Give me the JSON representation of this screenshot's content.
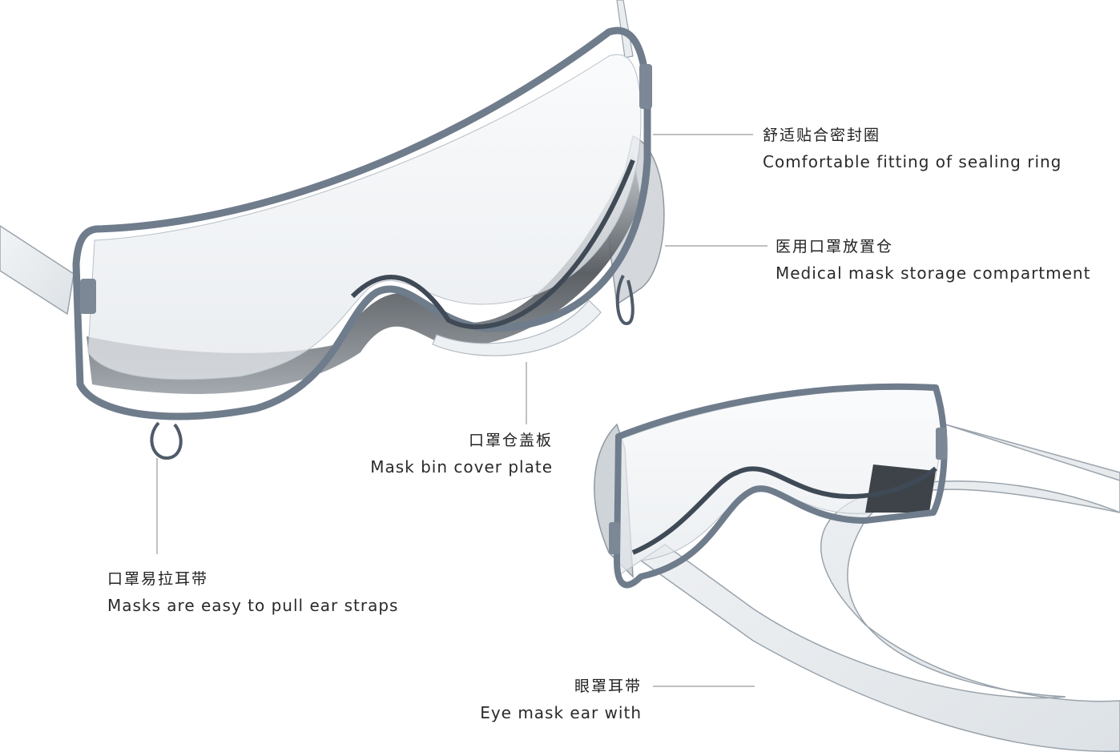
{
  "colors": {
    "frame": "#6f7c8c",
    "frame_dark": "#3f4a56",
    "lens": "#eef1f4",
    "strap": "#e6eaee",
    "leader_line": "#9a9a9a"
  },
  "callouts": {
    "sealing_ring": {
      "zh": "舒适贴合密封圈",
      "en": "Comfortable fitting of sealing ring"
    },
    "mask_storage": {
      "zh": "医用口罩放置仓",
      "en": "Medical mask storage compartment"
    },
    "bin_cover": {
      "zh": "口罩仓盖板",
      "en": "Mask bin cover plate"
    },
    "ear_straps": {
      "zh": "口罩易拉耳带",
      "en": "Masks are easy to pull ear straps"
    },
    "eye_mask_strap": {
      "zh": "眼罩耳带",
      "en": "Eye mask ear with"
    }
  }
}
